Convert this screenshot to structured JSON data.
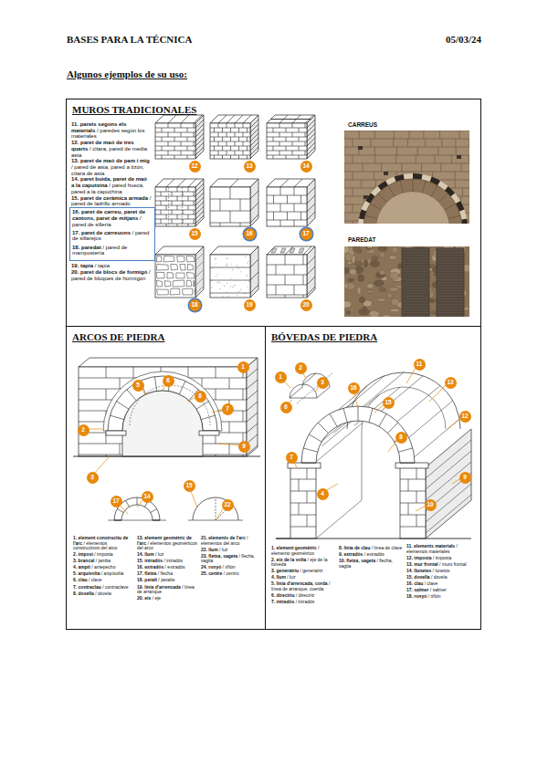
{
  "diagram": {
    "title": "BASES PARA LA TÉCNICA",
    "nodes": [
      {
        "text": [
          "MUROS TRADICIONALES"
        ]
      },
      {
        "text": [
          "16. paret de carreu, paret de cantons, paret de mitjans / pared de sillería",
          "17. paret de carreuons / pared de sillarejos",
          "18. paredat / pared de mampostería"
        ],
        "in": 0
      },
      {
        "text": [
          "CARREUS"
        ],
        "in": 0
      },
      {
        "text": [
          "PAREDAT"
        ],
        "in": 0
      },
      {
        "text": [
          "12"
        ],
        "in": 0
      },
      {
        "text": [
          "13"
        ],
        "in": 0
      },
      {
        "text": [
          "14"
        ],
        "in": 0
      },
      {
        "text": [
          "15"
        ],
        "in": 0
      },
      {
        "text": [
          "16"
        ],
        "in": 0
      },
      {
        "text": [
          "17"
        ],
        "in": 0
      },
      {
        "text": [
          "18"
        ],
        "in": 0
      },
      {
        "text": [
          "19"
        ],
        "in": 0
      },
      {
        "text": [
          "20"
        ],
        "in": 0
      },
      {
        "text": [
          "ARCOS DE PIEDRA"
        ]
      },
      {
        "text": [
          "1"
        ],
        "in": 13
      },
      {
        "text": [
          "5"
        ],
        "in": 13
      },
      {
        "text": [
          "6"
        ],
        "in": 13
      },
      {
        "text": [
          "8"
        ],
        "in": 13
      },
      {
        "text": [
          "7"
        ],
        "in": 13
      },
      {
        "text": [
          "9"
        ],
        "in": 13
      },
      {
        "text": [
          "2"
        ],
        "in": 13
      },
      {
        "text": [
          "3"
        ],
        "in": 13
      },
      {
        "text": [
          "14"
        ],
        "in": 13
      },
      {
        "text": [
          "15"
        ],
        "in": 13
      },
      {
        "text": [
          "17"
        ],
        "in": 13
      },
      {
        "text": [
          "22"
        ],
        "in": 13
      },
      {
        "text": [
          "BÓVEDAS DE PIEDRA"
        ]
      },
      {
        "text": [
          "1"
        ],
        "in": 26
      },
      {
        "text": [
          "2"
        ],
        "in": 26
      },
      {
        "text": [
          "3"
        ],
        "in": 26
      },
      {
        "text": [
          "6"
        ],
        "in": 26
      },
      {
        "text": [
          "11"
        ],
        "in": 26
      },
      {
        "text": [
          "12"
        ],
        "in": 26
      },
      {
        "text": [
          "13"
        ],
        "in": 26
      },
      {
        "text": [
          "15"
        ],
        "in": 26
      },
      {
        "text": [
          "16"
        ],
        "in": 26
      },
      {
        "text": [
          "8"
        ],
        "in": 26
      },
      {
        "text": [
          "4"
        ],
        "in": 26
      },
      {
        "text": [
          "7"
        ],
        "in": 26
      },
      {
        "text": [
          "9"
        ],
        "in": 26
      },
      {
        "text": [
          "10"
        ],
        "in": 26
      }
    ],
    "labels": [
      "05/03/24",
      "Algunos ejemplos de su uso:",
      "11. parets segons els materials / paredes según los materiales",
      "12. paret de maó de tres quarts / citara, pared de media asta",
      "13. paret de maó de pam i mig / pared de asta, pared a tizón, cítara de asta",
      "14. paret buida, paret de maó a la caputxina / pared hueca, pared a la capuchina",
      "15. paret de ceràmica armada / pared de ladrillo armado",
      "19. tapia / tapia",
      "20. paret de blocs de formigó / pared de bloques de hormigón",
      "1. element constructiu de l'arc / elementos constructivos del arco",
      "2. impost / imposta",
      "3. brancal / jamba",
      "4. ampit / antepecho",
      "5. arquivolta / arquivolta",
      "6. clau / clave",
      "7. contraclau / contraclave",
      "8. dovella / dovela",
      "13. element geomètric de l'arc / elementos geométricos del arco",
      "14. llum / luz",
      "15. intradós / intradós",
      "16. extradós / extradós",
      "17. fletxa / flecha",
      "18. peralt / peralte",
      "19. línia d'arrencada / línea de arranque",
      "20. eix / eje",
      "21. elements de l'arc / elementos del arco",
      "22. llum / luz",
      "23. fletxa, sageta / flecha, sagita",
      "24. ronyó / riñón",
      "25. centre / centro",
      "1. element geomètric / elemento geométrico",
      "2. eix de la volta / eje de la bóveda",
      "3. generatriu / generatriz",
      "4. llum / luz",
      "5. línia d'arrencada, corda / línea de arranque, cuerda",
      "6. directriu / directriz",
      "7. intradós / intradós",
      "8. línia de clau / línea de clave",
      "9. extradós / extradós",
      "10. fletxa, sageta / flecha, sagita",
      "11. elements materials / elementos materiales",
      "12. imposta / imposta",
      "13. mur frontal / muro frontal",
      "14. llunetes / lunetos",
      "15. dovella / dovela",
      "16. clau / clave",
      "17. salmer / salmer",
      "18. ronyó / riñón"
    ]
  }
}
